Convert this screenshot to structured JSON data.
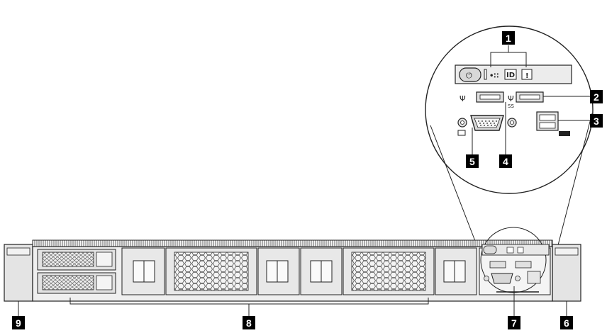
{
  "figure": "server front view with I/O callouts",
  "callouts": [
    "1",
    "2",
    "3",
    "4",
    "5",
    "6",
    "7",
    "8",
    "9"
  ],
  "icons": {
    "power": "⏻",
    "network": "•∷",
    "id": "ID",
    "alert": "!",
    "usb": "Ψ",
    "usb_ss": "SS",
    "vga": "▭"
  },
  "colors": {
    "chassis": "#e8e8e8",
    "panel_line": "#333333",
    "callout_bg": "#000000",
    "callout_text": "#ffffff",
    "bay": "#dcdcdc"
  }
}
